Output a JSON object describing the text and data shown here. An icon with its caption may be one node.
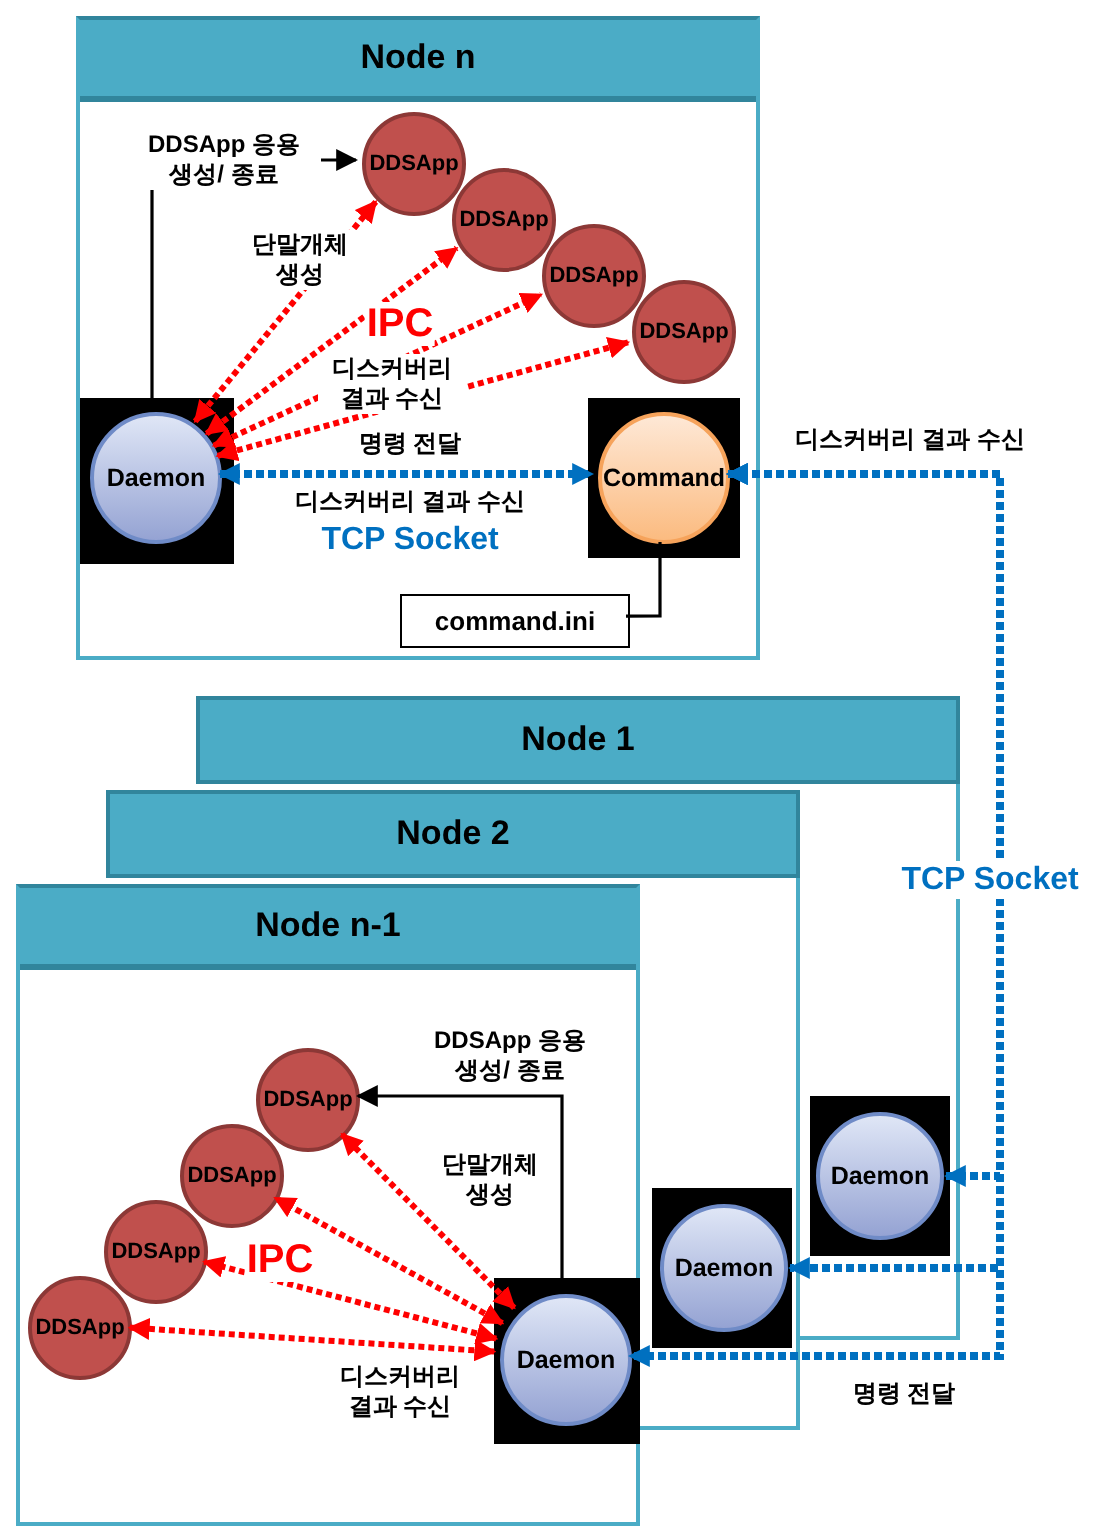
{
  "diagram": {
    "nodes": [
      {
        "text": [
          "Node n"
        ]
      },
      {
        "text": [
          "DDSApp"
        ],
        "in": 0
      },
      {
        "text": [
          "DDSApp"
        ],
        "in": 0
      },
      {
        "text": [
          "DDSApp"
        ],
        "in": 0
      },
      {
        "text": [
          "DDSApp"
        ],
        "in": 0
      },
      {
        "text": [
          "Daemon"
        ],
        "in": 0
      },
      {
        "text": [
          "Command"
        ],
        "in": 0
      },
      {
        "text": [
          "command.ini"
        ],
        "in": 0
      },
      {
        "text": [
          "Node 1"
        ]
      },
      {
        "text": [
          "Daemon"
        ]
      },
      {
        "text": [
          "Node 2"
        ]
      },
      {
        "text": [
          "Daemon"
        ]
      },
      {
        "text": [
          "Node n-1"
        ]
      },
      {
        "text": [
          "DDSApp"
        ],
        "in": 12
      },
      {
        "text": [
          "DDSApp"
        ],
        "in": 12
      },
      {
        "text": [
          "DDSApp"
        ],
        "in": 12
      },
      {
        "text": [
          "DDSApp"
        ],
        "in": 12
      },
      {
        "text": [
          "Daemon"
        ],
        "in": 12
      }
    ],
    "edges": [
      {
        "from": 5,
        "to": 1,
        "arrow": "to",
        "color": "#000000",
        "label": "DDSApp 응용 생성/ 종료"
      },
      {
        "from": 5,
        "to": 1,
        "arrow": "both",
        "style": "dashed",
        "color": "#ff0000",
        "label": "단말개체 생성"
      },
      {
        "from": 5,
        "to": 2,
        "arrow": "both",
        "style": "dashed",
        "color": "#ff0000",
        "label": "IPC"
      },
      {
        "from": 5,
        "to": 3,
        "arrow": "both",
        "style": "dashed",
        "color": "#ff0000"
      },
      {
        "from": 5,
        "to": 4,
        "arrow": "both",
        "style": "dashed",
        "color": "#ff0000",
        "label": "디스커버리 결과 수신"
      },
      {
        "from": 5,
        "to": 6,
        "arrow": "both",
        "style": "dashed",
        "color": "#0070c0",
        "label": "명령 전달"
      },
      {
        "from": 6,
        "to": 7,
        "arrow": "none",
        "color": "#000000"
      },
      {
        "from": 6,
        "to": 9,
        "arrow": "both",
        "style": "dashed",
        "color": "#0070c0"
      },
      {
        "from": 6,
        "to": 11,
        "arrow": "both",
        "style": "dashed",
        "color": "#0070c0"
      },
      {
        "from": 6,
        "to": 17,
        "arrow": "both",
        "style": "dashed",
        "color": "#0070c0",
        "label": "명령 전달"
      },
      {
        "from": 17,
        "to": 13,
        "arrow": "to",
        "color": "#000000",
        "label": "DDSApp 응용 생성/ 종료"
      },
      {
        "from": 17,
        "to": 13,
        "arrow": "both",
        "style": "dashed",
        "color": "#ff0000",
        "label": "단말개체 생성"
      },
      {
        "from": 17,
        "to": 14,
        "arrow": "both",
        "style": "dashed",
        "color": "#ff0000"
      },
      {
        "from": 17,
        "to": 15,
        "arrow": "both",
        "style": "dashed",
        "color": "#ff0000",
        "label": "IPC"
      },
      {
        "from": 17,
        "to": 16,
        "arrow": "both",
        "style": "dashed",
        "color": "#ff0000",
        "label": "디스커버리 결과 수신"
      }
    ],
    "labels": [
      "디스커버리 결과 수신",
      "디스커버리 결과 수신",
      "TCP Socket",
      "TCP Socket"
    ]
  }
}
